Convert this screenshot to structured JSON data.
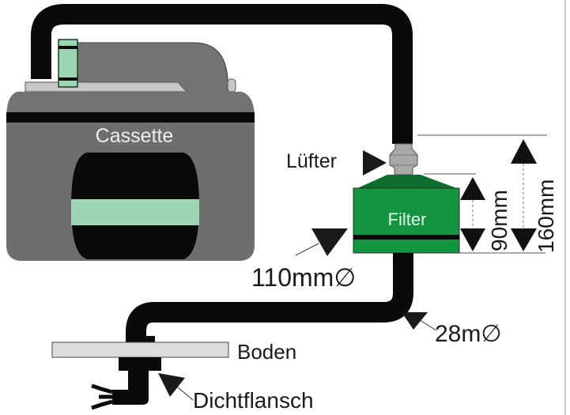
{
  "diagram": {
    "colors": {
      "pipe": "#0a0a0a",
      "cassette_body": "#6e6e6e",
      "cassette_top": "#737373",
      "cassette_lid": "#c8c8c8",
      "accent_mint": "#9dd5b5",
      "filter_green": "#139440",
      "filter_dark": "#0e6e30",
      "fan_gray": "#a9a9a9",
      "floor_gray": "#dcdcdc"
    },
    "labels": {
      "cassette": "Cassette",
      "fan": "Lüfter",
      "filter": "Filter",
      "filter_height": "90mm",
      "total_height": "160mm",
      "pipe_diameter_large": "110mm∅",
      "pipe_diameter_small": "28m∅",
      "floor": "Boden",
      "seal_flange": "Dichtflansch"
    }
  }
}
